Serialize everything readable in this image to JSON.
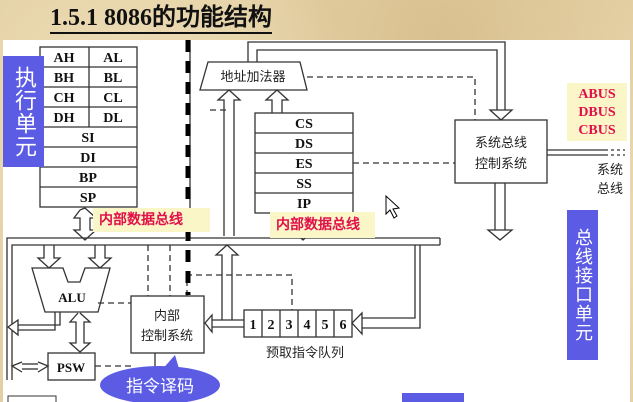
{
  "title": "1.5.1  8086的功能结构",
  "execution_unit_label": "执行单元",
  "bus_interface_unit_label": "总线接口单元",
  "general_registers": [
    [
      "AH",
      "AL"
    ],
    [
      "BH",
      "BL"
    ],
    [
      "CH",
      "CL"
    ],
    [
      "DH",
      "DL"
    ]
  ],
  "pointer_registers": [
    "SI",
    "DI",
    "BP",
    "SP"
  ],
  "address_adder": "地址加法器",
  "segment_registers": [
    "CS",
    "DS",
    "ES",
    "SS",
    "IP"
  ],
  "bus_control": [
    "系统总线",
    "控制系统"
  ],
  "bus_types": [
    "ABUS",
    "DBUS",
    "CBUS"
  ],
  "system_bus": [
    "系统",
    "总线"
  ],
  "internal_bus_label": "内部数据总线",
  "alu": "ALU",
  "psw": "PSW",
  "control": [
    "内部",
    "控制系统"
  ],
  "queue": [
    "1",
    "2",
    "3",
    "4",
    "5",
    "6"
  ],
  "queue_label": "预取指令队列",
  "decode_callout": "指令译码"
}
